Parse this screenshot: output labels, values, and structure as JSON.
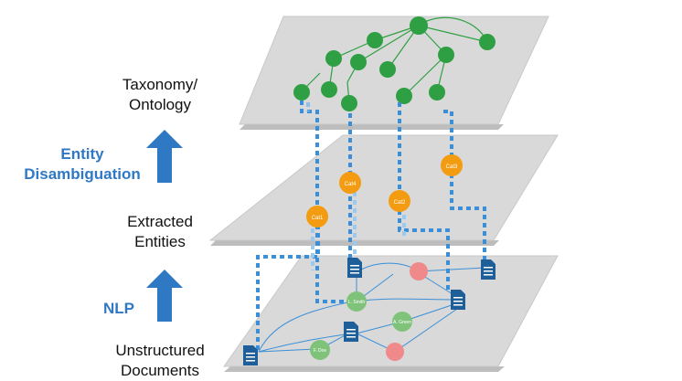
{
  "labels": {
    "taxonomy": [
      "Taxonomy/",
      "Ontology"
    ],
    "disambiguation": [
      "Entity",
      "Disambiguation"
    ],
    "extracted": [
      "Extracted",
      "Entities"
    ],
    "nlp": "NLP",
    "unstructured": [
      "Unstructured",
      "Documents"
    ]
  },
  "colors": {
    "accent_blue": "#2f78c4",
    "concept_green": "#2ea043",
    "category_orange": "#f39c12",
    "document_blue": "#1f5f99",
    "entity_green": "#7fc27a",
    "entity_pink": "#f08a8a",
    "link_blue": "#3a8fd8"
  },
  "categories": [
    "Cat1",
    "Cat4",
    "Cat2",
    "Cat3"
  ],
  "entities": [
    "L. Smith",
    "A. Green",
    "F. Doe"
  ]
}
